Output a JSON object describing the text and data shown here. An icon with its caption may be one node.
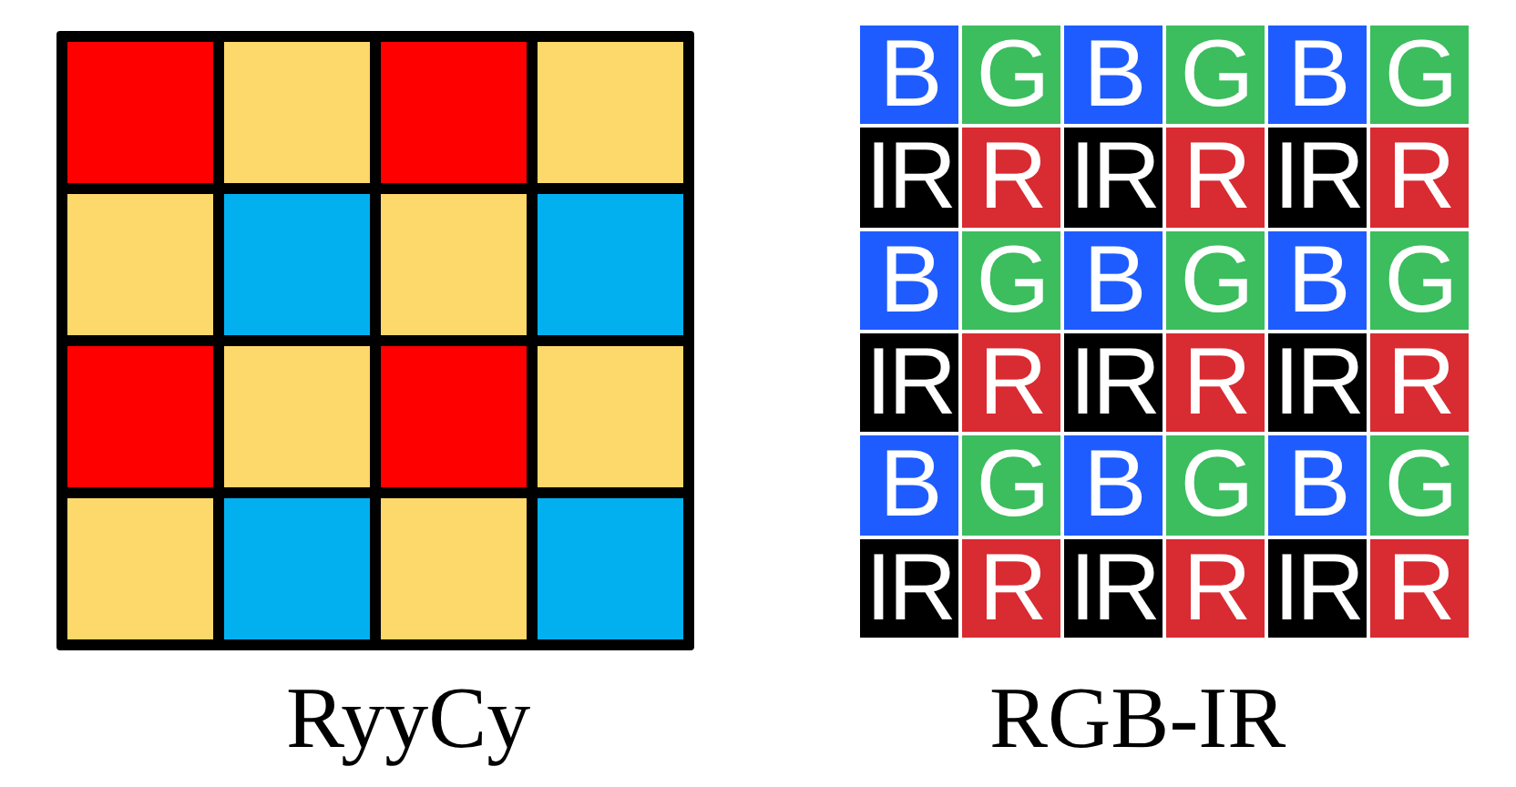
{
  "diagram": {
    "labels": [
      "B",
      "G",
      "B",
      "G",
      "B",
      "G",
      "IR",
      "R",
      "IR",
      "R",
      "IR",
      "R",
      "B",
      "G",
      "B",
      "G",
      "B",
      "G",
      "IR",
      "R",
      "IR",
      "R",
      "IR",
      "R",
      "B",
      "G",
      "B",
      "G",
      "B",
      "G",
      "IR",
      "R",
      "IR",
      "R",
      "IR",
      "R",
      "RyyCy",
      "RGB-IR"
    ]
  }
}
